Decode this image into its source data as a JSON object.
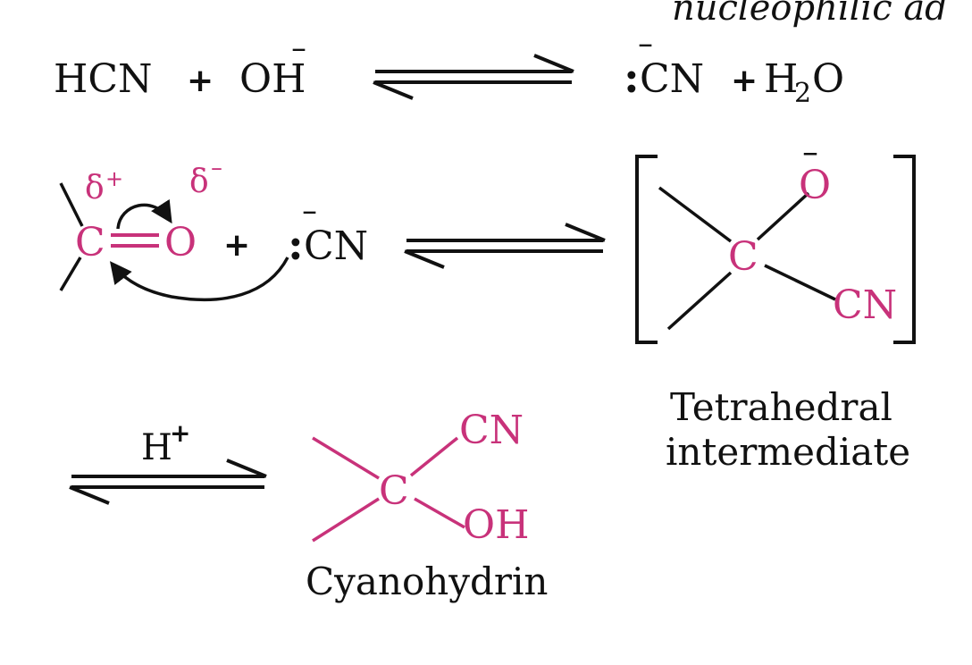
{
  "header": {
    "text": "nucleophilic ad"
  },
  "colors": {
    "ink": "#111111",
    "accent": "#c8327a"
  },
  "step1": {
    "hcn": "HCN",
    "plus_a": "+",
    "hydroxide": "OH",
    "hydroxide_charge": "–",
    "cyanide_lone_pair": ":",
    "cyanide": "CN",
    "cyanide_charge": "–",
    "plus_b": "+",
    "water_h": "H",
    "water_sub": "2",
    "water_o": "O"
  },
  "step2": {
    "delta_plus": "δ",
    "delta_plus_sup": "+",
    "delta_minus": "δ",
    "delta_minus_sup": "–",
    "carbon": "C",
    "oxygen": "O",
    "plus": "+",
    "cyanide_lone_pair": ":",
    "cyanide": "CN",
    "cyanide_charge": "–"
  },
  "intermediate": {
    "oxygen": "O",
    "oxygen_charge": "–",
    "carbon": "C",
    "cyano": "CN",
    "caption_line1": "Tetrahedral",
    "caption_line2": "intermediate"
  },
  "step3": {
    "reagent": "H",
    "reagent_sup": "+",
    "carbon": "C",
    "cyano": "CN",
    "hydroxyl": "OH",
    "caption": "Cyanohydrin"
  }
}
